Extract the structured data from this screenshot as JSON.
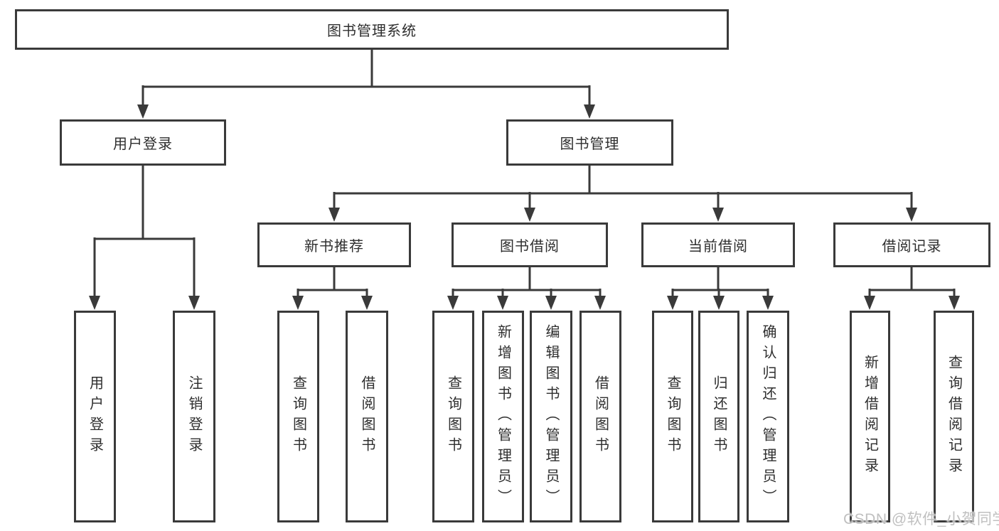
{
  "nodes": {
    "root": "图书管理系统",
    "user_login": {
      "label": "用户登录",
      "children": [
        "用户登录",
        "注销登录"
      ]
    },
    "book_mgmt": {
      "label": "图书管理",
      "children": [
        {
          "label": "新书推荐",
          "children": [
            "查询图书",
            "借阅图书"
          ]
        },
        {
          "label": "图书借阅",
          "children": [
            "查询图书",
            "新增图书（管理员）",
            "编辑图书（管理员）",
            "借阅图书"
          ]
        },
        {
          "label": "当前借阅",
          "children": [
            "查询图书",
            "归还图书",
            "确认归还（管理员）"
          ]
        },
        {
          "label": "借阅记录",
          "children": [
            "新增借阅记录",
            "查询借阅记录"
          ]
        }
      ]
    }
  },
  "watermark": "CSDN @软件_小贺同学",
  "colors": {
    "line": "#3a3a3a",
    "text": "#2e2e2e",
    "watermark": "#c0c0c0",
    "background": "#ffffff"
  }
}
